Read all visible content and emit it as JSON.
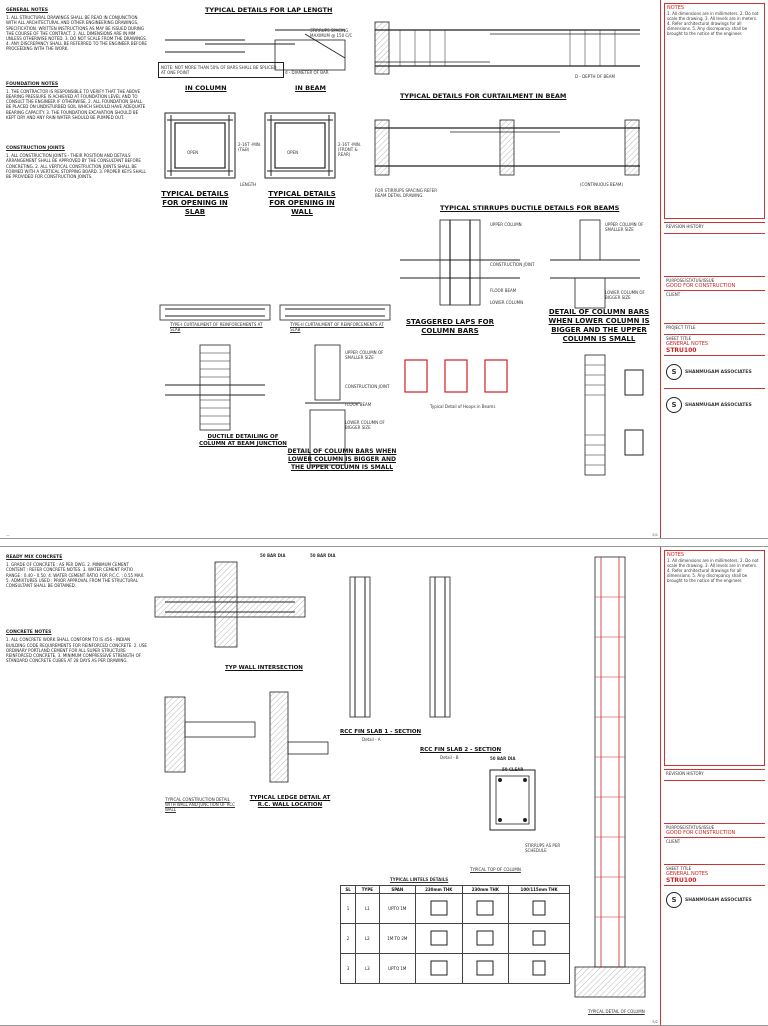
{
  "sheet1": {
    "notes_general_head": "GENERAL NOTES",
    "notes_general": "1. ALL STRUCTURAL DRAWINGS SHALL BE READ IN CONJUNCTION WITH ALL ARCHITECTURAL AND OTHER ENGINEERING DRAWINGS, SPECIFICATION. WRITTEN INSTRUCTIONS AS MAY BE ISSUED DURING THE COURSE OF THE CONTRACT. 2. ALL DIMENSIONS ARE IN MM UNLESS OTHERWISE NOTED. 3. DO NOT SCALE FROM THE DRAWINGS. 4. ANY DISCREPANCY SHALL BE REFERRED TO THE ENGINEER BEFORE PROCEEDING WITH THE WORK.",
    "notes_foundation_head": "FOUNDATION NOTES",
    "notes_foundation": "1. THE CONTRACTOR IS RESPONSIBLE TO VERIFY THAT THE ABOVE BEARING PRESSURE IS ACHIEVED AT FOUNDATION LEVEL AND TO CONSULT THE ENGINEER IF OTHERWISE. 2. ALL FOUNDATION SHALL BE PLACED ON UNDISTURBED SOIL WHICH SHOULD HAVE ADEQUATE BEARING CAPACITY. 3. THE FOUNDATION EXCAVATION SHOULD BE KEPT DRY AND ANY RAIN WATER SHOULD BE PUMPED OUT.",
    "notes_construction_head": "CONSTRUCTION JOINTS",
    "notes_construction": "1. ALL CONSTRUCTION JOINTS - THEIR POSITION AND DETAILS ARRANGEMENT SHALL BE APPROVED BY THE CONSULTANT BEFORE CONCRETING. 2. ALL VERTICAL CONSTRUCTION JOINTS SHALL BE FORMED WITH A VERTICAL STOPPING BOARD. 3. PROPER KEYS SHALL BE PROVIDED FOR CONSTRUCTION JOINTS.",
    "lap_title": "TYPICAL DETAILS FOR LAP LENGTH",
    "lap_note": "NOTE:  NOT MORE THAN 50% OF BARS SHALL BE SPLICED AT ONE POINT",
    "in_column": "IN COLUMN",
    "in_beam": "IN BEAM",
    "stirrups_spacing": "STIRRUPS SPACING MAXIMUM @ 150 C/C",
    "d_diameter": "d - DIAMETER OF BAR",
    "curtailment_title": "TYPICAL DETAILS FOR CURTAILMENT IN BEAM",
    "depth_of_beam": "D - DEPTH OF BEAM",
    "continuous_beam": "(CONTINUOUS BEAM)",
    "opening_slab": "TYPICAL DETAILS FOR OPENING IN SLAB",
    "opening_wall": "TYPICAL DETAILS FOR OPENING IN WALL",
    "open": "OPEN",
    "hid_min": "2-16T -MIN. (T&B)",
    "front_rear": "2-16T -MIN. (FRONT & REAR)",
    "length": "LENGTH",
    "stirrup_note": "FOR STIRRUPS SPACING REFER BEAM DETAIL DRAWING.",
    "ductile_title": "TYPICAL STIRRUPS DUCTILE DETAILS FOR BEAMS",
    "upper_column": "UPPER COLUMN",
    "construction_joint": "CONSTRUCTION JOINT",
    "floor_beam": "FLOOR BEAM",
    "lower_column": "LOWER COLUMN",
    "upper_column_small": "UPPER COLUMN OF SMALLER SIZE",
    "lower_column_big": "LOWER COLUMN OF BIGGER SIZE",
    "staggered": "STAGGERED LAPS FOR COLUMN BARS",
    "detail_bigger": "DETAIL OF COLUMN BARS WHEN LOWER COLUMN IS BIGGER AND THE UPPER COLUMN IS SMALL",
    "detail_bigger2": "DETAIL OF COLUMN BARS WHEN LOWER COLUMN IS BIGGER AND THE UPPER COLUMN IS SMALL",
    "ductile_column": "DUCTILE DETAILING OF COLUMN AT BEAM JUNCTION",
    "typical_hoops": "Typical Detail of Hoops in Beams",
    "type_curtail_1": "TYPE-I CURTAILMENT OF REINFORCEMENTS AT SLAB",
    "type_curtail_2": "TYPE-II CURTAILMENT OF REINFORCEMENTS AT SLAB",
    "sheet_no": "S/1"
  },
  "sheet2": {
    "concrete_head": "READY MIX CONCRETE",
    "concrete_notes": "1. GRADE OF CONCRETE : AS PER DWG. 2. MINIMUM CEMENT CONTENT : REFER CONCRETE NOTES. 3. WATER CEMENT RATIO RANGE : 0.40 - 0.50. 4. WATER CEMENT RATIO FOR P.C.C. : 0.55 MAX. 5. ADMIXTURES USED : PRIOR APPROVAL FROM THE STRUCTURAL CONSULTANT SHALL BE OBTAINED.",
    "concrete_head2": "CONCRETE NOTES",
    "concrete_notes2": "1. ALL CONCRETE WORK SHALL CONFORM TO IS 456 - INDIAN BUILDING CODE REQUIREMENTS FOR REINFORCED CONCRETE. 2. USE ORDINARY PORTLAND CEMENT FOR ALL SUPER STRUCTURE REINFORCED CONCRETE. 3. MINIMUM COMPRESSIVE STRENGTH OF STANDARD CONCRETE CUBES AT 28 DAYS AS PER DRAWING.",
    "bar_dia_1": "50 BAR DIA",
    "bar_dia_2": "50 BAR DIA",
    "bar_dia_3": "50 BAR DIA",
    "typ_wall": "TYP WALL INTERSECTION",
    "rcc_fin_1": "RCC FIN SLAB 1 - SECTION",
    "detail_a": "Detail - A",
    "rcc_fin_2": "RCC FIN SLAB 2 - SECTION",
    "detail_b": "Detail - B",
    "typ_construction": "TYPICAL CONSTRUCTION DETAIL WITH WALL AND JUNCTION OF RCC WALL",
    "typ_ledge": "TYPICAL LEDGE DETAIL AT R.C. WALL LOCATION",
    "clear_50": "50 CLEAR",
    "lintel_title": "TYPICAL LINTELS DETAILS",
    "lintel_headers": [
      "SL",
      "TYPE",
      "SPAN",
      "230mm THK",
      "230mm THK",
      "100/115mm THK"
    ],
    "lintel_rows": [
      [
        "1",
        "L1",
        "UPTO 1M"
      ],
      [
        "2",
        "L2",
        "1M TO 2M"
      ],
      [
        "3",
        "L3",
        "UPTO 1M"
      ]
    ],
    "stirrups_schedule": "STIRRUPS AS PER SCHEDULE",
    "typ_top_column": "TYPICAL TOP OF COLUMN",
    "typical_column": "TYPICAL DETAIL OF COLUMN",
    "sheet_no": "S/2"
  },
  "titleblock": {
    "notes_label": "NOTES",
    "notes_text": "1. All dimensions are in millimeters. 2. Do not scale the drawing. 3. All levels are in meters. 4. Refer architectural drawings for all dimensions. 5. Any discrepancy shall be brought to the notice of the engineer.",
    "revision_label": "REVISION HISTORY",
    "purpose_label": "PURPOSE/STATUS/ISSUE",
    "purpose_value": "GOOD FOR CONSTRUCTION",
    "project_label": "PROJECT TITLE",
    "project_value": "",
    "sheet_title_label": "SHEET TITLE",
    "sheet_title_value": "GENERAL NOTES",
    "dwg_no": "STRU100",
    "company": "SHANMUGAM ASSOCIATES",
    "client_label": "CLIENT"
  },
  "colors": {
    "titleblock_red": "#cc3333",
    "line": "#222222",
    "highlight": "#cc2222"
  }
}
